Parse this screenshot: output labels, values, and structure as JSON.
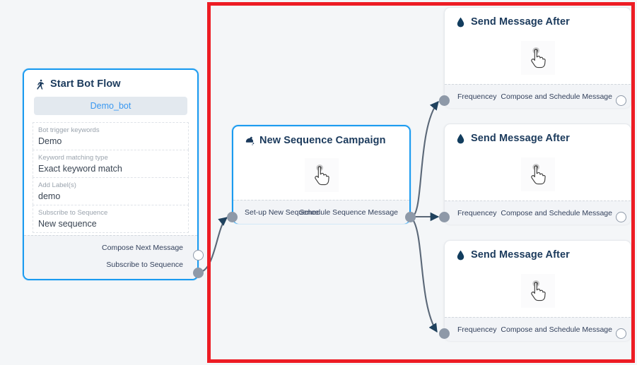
{
  "canvas": {
    "background_color": "#f4f6f8",
    "highlight_color": "#ed1c24",
    "accent_color": "#1b9bf0",
    "port_color": "#8e99a8",
    "edge_color": "#5b6878"
  },
  "nodes": {
    "start_bot_flow": {
      "title": "Start Bot Flow",
      "icon": "running-person-icon",
      "bot_name": "Demo_bot",
      "fields": [
        {
          "label": "Bot trigger keywords",
          "value": "Demo"
        },
        {
          "label": "Keyword matching type",
          "value": "Exact keyword match"
        },
        {
          "label": "Add Label(s)",
          "value": "demo"
        },
        {
          "label": "Subscribe to Sequence",
          "value": "New sequence"
        }
      ],
      "ports": [
        {
          "label": "Compose Next Message",
          "style": "hollow"
        },
        {
          "label": "Subscribe to Sequence",
          "style": "filled"
        }
      ]
    },
    "new_sequence_campaign": {
      "title": "New Sequence Campaign",
      "icon": "ink-bottle-icon",
      "body_icon": "pointing-hand-cursor-icon",
      "port_in_label": "Set-up New Sequence",
      "port_out_label": "Schedule Sequence Message"
    },
    "send_message_after": {
      "title": "Send Message After",
      "icon": "water-drop-icon",
      "body_icon": "pointing-hand-cursor-icon",
      "port_in_label": "Frequencey",
      "port_out_label": "Compose and Schedule Message",
      "count": 3
    }
  }
}
